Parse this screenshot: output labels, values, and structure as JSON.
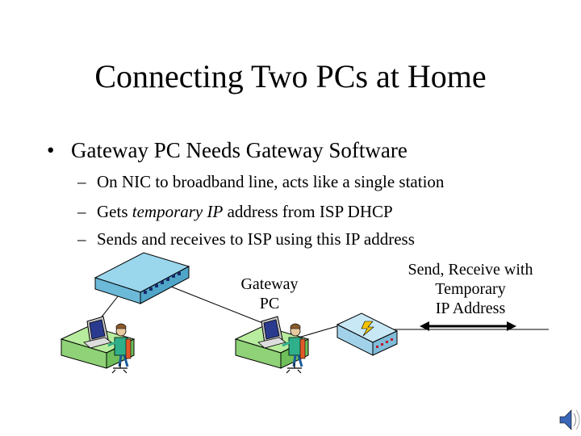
{
  "slide": {
    "title": "Connecting Two PCs at Home",
    "bullet": {
      "marker": "•",
      "text": "Gateway PC Needs Gateway Software"
    },
    "sub_bullets": [
      {
        "dash": "–",
        "before": "On NIC to broadband line, acts like a single station",
        "italic": "",
        "after": ""
      },
      {
        "dash": "–",
        "before": "Gets ",
        "italic": "temporary IP",
        "after": " address from ISP DHCP"
      },
      {
        "dash": "–",
        "before": "Sends and receives to ISP using this IP address",
        "italic": "",
        "after": ""
      }
    ]
  },
  "diagram": {
    "gateway_label": [
      "Gateway",
      "PC"
    ],
    "send_label": [
      "Send, Receive with",
      "Temporary",
      "IP Address"
    ],
    "icons": [
      "hub-icon",
      "workstation-icon",
      "gateway-workstation-icon",
      "broadband-modem-icon",
      "speaker-icon"
    ],
    "colors": {
      "hub": "#87cfe8",
      "desk": "#a6e39a",
      "person_shirt": "#2fb08a",
      "person_chair": "#e05a2a",
      "modem": "#b6def0",
      "lightning": "#f5c400"
    }
  }
}
